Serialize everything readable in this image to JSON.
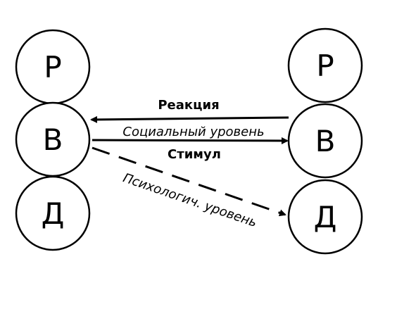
{
  "left_person": {
    "parent": "Р",
    "adult": "В",
    "child": "Д"
  },
  "right_person": {
    "parent": "Р",
    "adult": "В",
    "child": "Д"
  },
  "transactions": {
    "reaction_label": "Реакция",
    "social_level_label": "Социальный уровень",
    "stimulus_label": "Стимул",
    "psychological_level_label": "Психологич. уровень"
  }
}
